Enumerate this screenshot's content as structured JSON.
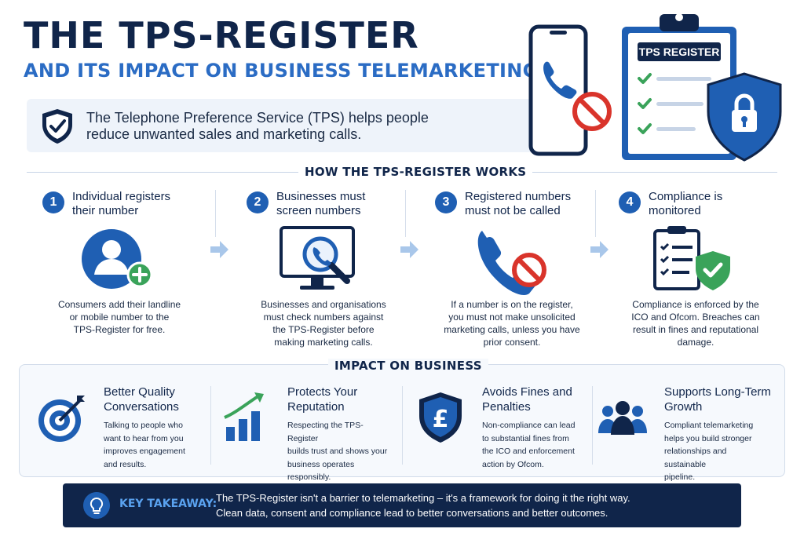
{
  "header": {
    "title": "THE TPS-REGISTER",
    "subtitle": "AND ITS IMPACT ON BUSINESS TELEMARKETING"
  },
  "intro": {
    "line1": "The Telephone Preference Service (TPS) helps people",
    "line2": "reduce unwanted sales and marketing calls."
  },
  "hero": {
    "clipboard_label": "TPS REGISTER"
  },
  "how": {
    "title": "HOW THE TPS-REGISTER WORKS",
    "steps": [
      {
        "num": "1",
        "title_l1": "Individual registers",
        "title_l2": "their number",
        "desc_l1": "Consumers add their landline",
        "desc_l2": "or mobile number to the",
        "desc_l3": "TPS-Register for free.",
        "desc_l4": ""
      },
      {
        "num": "2",
        "title_l1": "Businesses must",
        "title_l2": "screen numbers",
        "desc_l1": "Businesses and organisations",
        "desc_l2": "must check numbers against",
        "desc_l3": "the TPS-Register before",
        "desc_l4": "making marketing calls."
      },
      {
        "num": "3",
        "title_l1": "Registered numbers",
        "title_l2": "must not be called",
        "desc_l1": "If a number is on the register,",
        "desc_l2": "you must not make unsolicited",
        "desc_l3": "marketing calls, unless you have",
        "desc_l4": "prior consent."
      },
      {
        "num": "4",
        "title_l1": "Compliance is",
        "title_l2": "monitored",
        "desc_l1": "Compliance is enforced by the",
        "desc_l2": "ICO and Ofcom. Breaches can",
        "desc_l3": "result in fines and reputational",
        "desc_l4": "damage."
      }
    ]
  },
  "impact": {
    "title": "IMPACT ON BUSINESS",
    "items": [
      {
        "title_l1": "Better Quality",
        "title_l2": "Conversations",
        "desc_l1": "Talking to people who",
        "desc_l2": "want to hear from you",
        "desc_l3": "improves engagement",
        "desc_l4": "and results."
      },
      {
        "title_l1": "Protects Your",
        "title_l2": "Reputation",
        "desc_l1": "Respecting the TPS-Register",
        "desc_l2": "builds trust and shows your",
        "desc_l3": "business operates",
        "desc_l4": "responsibly."
      },
      {
        "title_l1": "Avoids Fines and",
        "title_l2": "Penalties",
        "desc_l1": "Non-compliance can lead",
        "desc_l2": "to substantial fines from",
        "desc_l3": "the ICO and enforcement",
        "desc_l4": "action by Ofcom."
      },
      {
        "title_l1": "Supports Long-Term",
        "title_l2": "Growth",
        "desc_l1": "Compliant telemarketing",
        "desc_l2": "helps you build stronger",
        "desc_l3": "relationships and sustainable",
        "desc_l4": "pipeline."
      }
    ]
  },
  "takeaway": {
    "label": "KEY TAKEAWAY:",
    "line1": "The TPS-Register isn't a barrier to telemarketing – it's a framework for doing it the right way.",
    "line2": "Clean data, consent and compliance lead to better conversations and better outcomes."
  },
  "colors": {
    "navy": "#10254a",
    "blue": "#1f5fb3",
    "accent": "#2b6cc4",
    "red": "#d9342b",
    "green": "#3aa35a"
  },
  "icons": [
    "shield-check-icon",
    "phone-icon",
    "no-entry-icon",
    "clipboard-icon",
    "lock-shield-icon",
    "user-plus-icon",
    "monitor-search-icon",
    "phone-blocked-icon",
    "clipboard-check-icon",
    "target-icon",
    "growth-chart-icon",
    "pound-shield-icon",
    "team-icon",
    "lightbulb-icon",
    "arrow-right-icon"
  ]
}
